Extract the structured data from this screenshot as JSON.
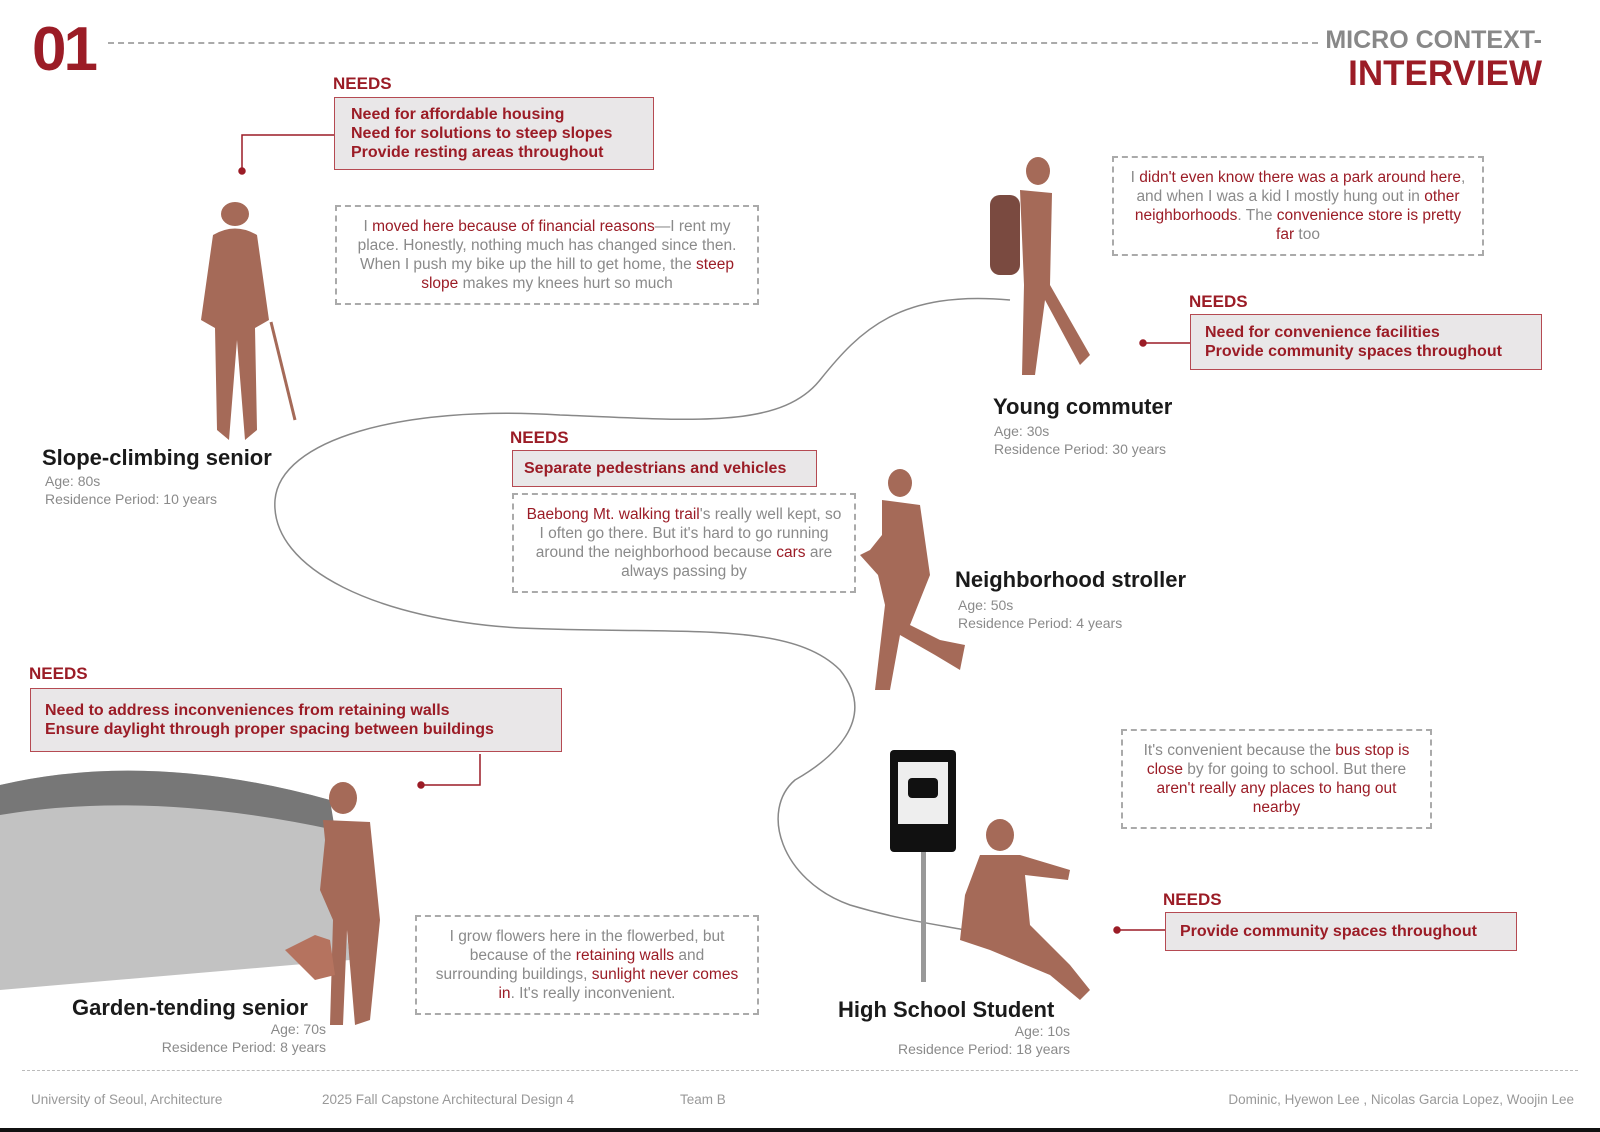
{
  "header": {
    "number": "01",
    "title_line1": "MICRO CONTEXT-",
    "title_line2": "INTERVIEW"
  },
  "needs_label": "NEEDS",
  "personas": [
    {
      "name": "Slope-climbing senior",
      "age": "Age: 80s",
      "residence": "Residence Period: 10 years",
      "needs": [
        "Need for affordable housing",
        "Need for solutions to steep slopes",
        "Provide resting areas throughout"
      ],
      "quote": [
        {
          "t": "I "
        },
        {
          "t": "moved here because of financial reasons",
          "hl": true
        },
        {
          "t": "—I rent my place. Honestly, nothing much has changed since then. When I push my bike up the hill to get home, the "
        },
        {
          "t": "steep slope",
          "hl": true
        },
        {
          "t": " makes my knees hurt so much"
        }
      ]
    },
    {
      "name": "Young commuter",
      "age": "Age: 30s",
      "residence": "Residence Period: 30 years",
      "needs": [
        "Need for convenience facilities",
        "Provide community spaces throughout"
      ],
      "quote": [
        {
          "t": "I "
        },
        {
          "t": "didn't even know there was a park around here",
          "hl": true
        },
        {
          "t": ", and when I was a kid I mostly hung out in "
        },
        {
          "t": "other neighborhoods",
          "hl": true
        },
        {
          "t": ". The "
        },
        {
          "t": "convenience store is pretty far",
          "hl": true
        },
        {
          "t": " too"
        }
      ]
    },
    {
      "name": "Neighborhood stroller",
      "age": "Age: 50s",
      "residence": "Residence Period: 4 years",
      "needs": [
        "Separate pedestrians and vehicles"
      ],
      "quote": [
        {
          "t": "Baebong Mt. walking trail",
          "hl": true
        },
        {
          "t": "'s really well kept, so I often go there. But it's hard to go running around the neighborhood because "
        },
        {
          "t": "cars",
          "hl": true
        },
        {
          "t": " are always passing by"
        }
      ]
    },
    {
      "name": "Garden-tending senior",
      "age": "Age: 70s",
      "residence": "Residence Period: 8 years",
      "needs": [
        "Need to address inconveniences from retaining walls",
        "Ensure daylight through proper spacing between buildings"
      ],
      "quote": [
        {
          "t": "I grow flowers here in the flowerbed, but because of the "
        },
        {
          "t": "retaining walls",
          "hl": true
        },
        {
          "t": " and surrounding buildings, "
        },
        {
          "t": "sunlight never comes in",
          "hl": true
        },
        {
          "t": ". It's really inconvenient."
        }
      ]
    },
    {
      "name": "High School Student",
      "age": "Age: 10s",
      "residence": "Residence Period: 18 years",
      "needs": [
        "Provide community spaces throughout"
      ],
      "quote": [
        {
          "t": "It's convenient because the "
        },
        {
          "t": "bus stop is close",
          "hl": true
        },
        {
          "t": " by for going to school. But there "
        },
        {
          "t": "aren't really any places to hang out nearby",
          "hl": true
        }
      ]
    }
  ],
  "footer": {
    "university": "University of Seoul, Architecture",
    "course": "2025 Fall Capstone Architectural Design 4",
    "team": "Team B",
    "members": "Dominic, Hyewon Lee , Nicolas Garcia Lopez, Woojin Lee"
  },
  "colors": {
    "accent": "#9b1c26",
    "figure": "#a56a58",
    "box": "#e9e7e8"
  }
}
